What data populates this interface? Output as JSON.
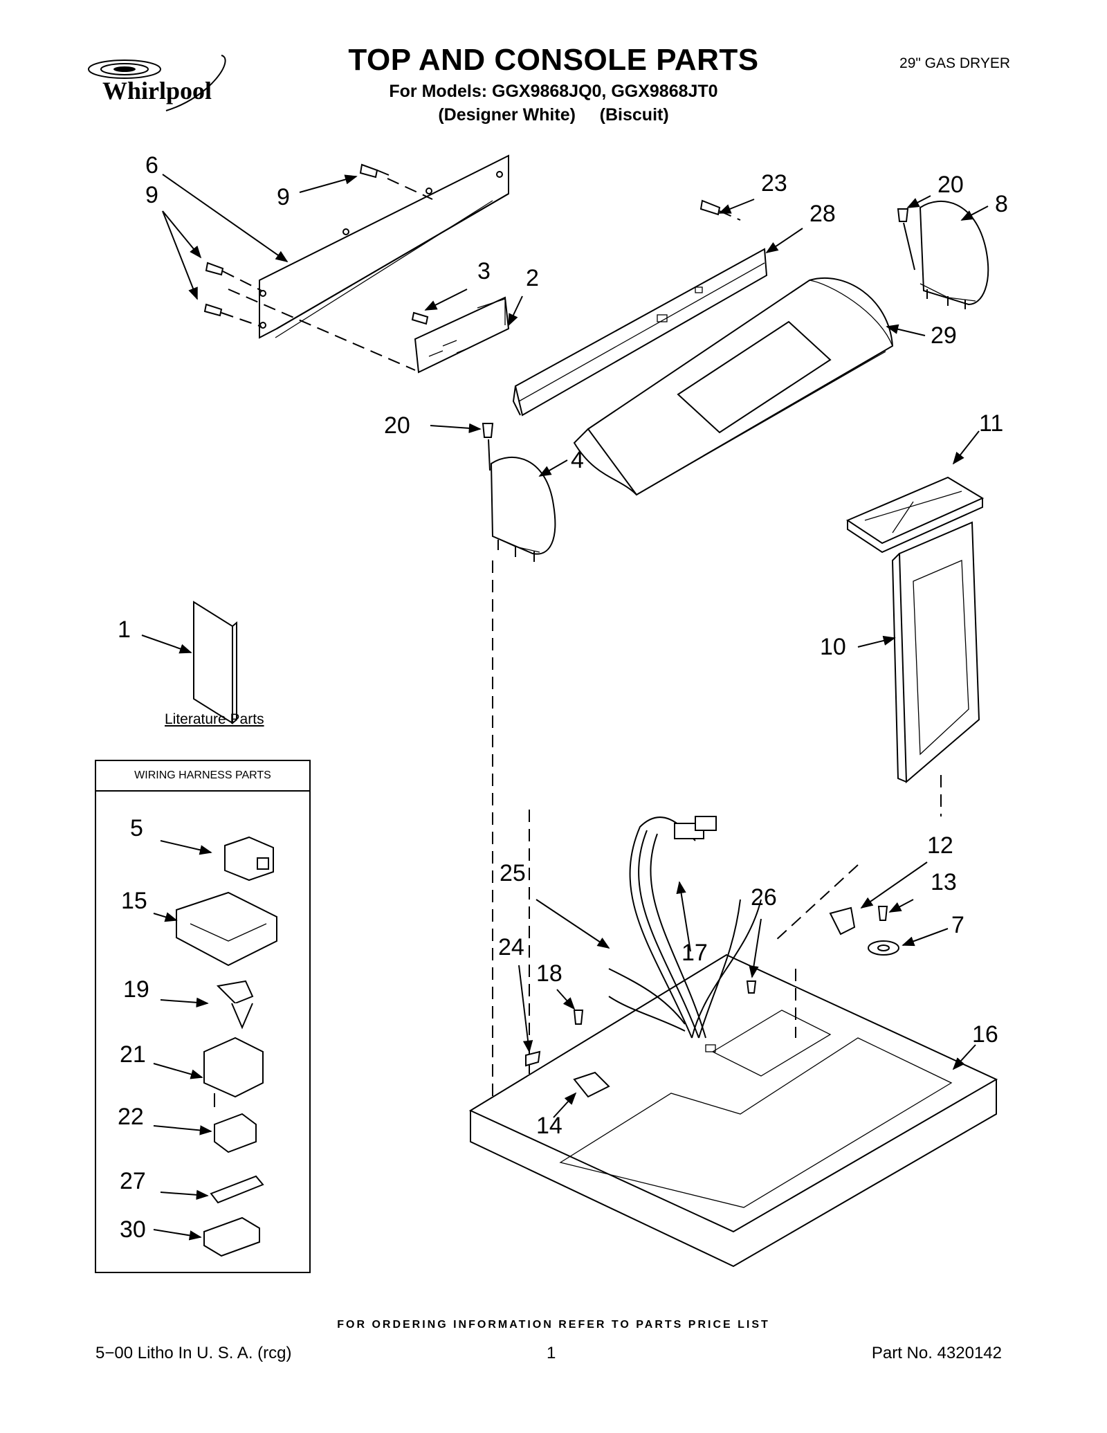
{
  "header": {
    "brand": "Whirlpool",
    "title": "TOP AND CONSOLE PARTS",
    "models_line": "For Models: GGX9868JQ0, GGX9868JT0",
    "variants_line": "(Designer White)     (Biscuit)",
    "product_type": "29\" GAS DRYER"
  },
  "callouts": {
    "c6": "6",
    "c9a": "9",
    "c9b": "9",
    "c3": "3",
    "c2": "2",
    "c23": "23",
    "c28": "28",
    "c20a": "20",
    "c8": "8",
    "c29": "29",
    "c20b": "20",
    "c4": "4",
    "c11": "11",
    "c1": "1",
    "c10": "10",
    "c12": "12",
    "c13": "13",
    "c7": "7",
    "c25": "25",
    "c26": "26",
    "c17": "17",
    "c24": "24",
    "c18": "18",
    "c16": "16",
    "c14": "14"
  },
  "literature_label": "Literature Parts",
  "wiring_box": {
    "title": "WIRING HARNESS PARTS",
    "items": [
      "5",
      "15",
      "19",
      "21",
      "22",
      "27",
      "30"
    ]
  },
  "footer": {
    "ordering_note": "FOR ORDERING INFORMATION REFER TO PARTS PRICE LIST",
    "litho": "5−00 Litho In U. S. A. (rcg)",
    "page_number": "1",
    "part_number": "Part No. 4320142"
  }
}
